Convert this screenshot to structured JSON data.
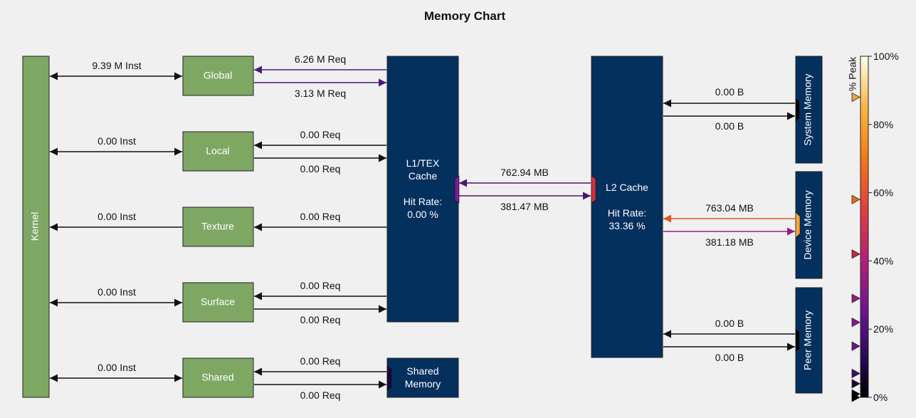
{
  "title": "Memory Chart",
  "units": {
    "kernel": "Kernel",
    "global": "Global",
    "local": "Local",
    "texture": "Texture",
    "surface": "Surface",
    "shared": "Shared",
    "l1_line1": "L1/TEX",
    "l1_line2": "Cache",
    "l1_hit_label": "Hit Rate:",
    "l1_hit_value": "0.00 %",
    "shared_mem_line1": "Shared",
    "shared_mem_line2": "Memory",
    "l2_name": "L2 Cache",
    "l2_hit_label": "Hit Rate:",
    "l2_hit_value": "33.36 %",
    "system_memory": "System Memory",
    "device_memory": "Device Memory",
    "peer_memory": "Peer Memory"
  },
  "links": {
    "kernel_global": "9.39 M Inst",
    "kernel_local": "0.00 Inst",
    "kernel_texture": "0.00 Inst",
    "kernel_surface": "0.00 Inst",
    "kernel_shared": "0.00 Inst",
    "global_from_l1": "6.26 M Req",
    "global_to_l1": "3.13 M Req",
    "local_from_l1": "0.00 Req",
    "local_to_l1": "0.00 Req",
    "texture_from_l1": "0.00 Req",
    "surface_from_l1": "0.00 Req",
    "surface_to_l1": "0.00 Req",
    "shared_from_sm": "0.00 Req",
    "shared_to_sm": "0.00 Req",
    "l1_from_l2": "762.94 MB",
    "l1_to_l2": "381.47 MB",
    "l2_from_sys": "0.00 B",
    "l2_to_sys": "0.00 B",
    "l2_from_dev": "763.04 MB",
    "l2_to_dev": "381.18 MB",
    "l2_from_peer": "0.00 B",
    "l2_to_peer": "0.00 B"
  },
  "legend": {
    "title": "% Peak",
    "ticks": [
      "100%",
      "80%",
      "60%",
      "40%",
      "20%",
      "0%"
    ],
    "markers": [
      {
        "percent": 88,
        "color": "#f5a63a"
      },
      {
        "percent": 58,
        "color": "#f06a14"
      },
      {
        "percent": 42,
        "color": "#c6283e"
      },
      {
        "percent": 29,
        "color": "#9c1880"
      },
      {
        "percent": 22,
        "color": "#84168e"
      },
      {
        "percent": 15,
        "color": "#681690"
      },
      {
        "percent": 7,
        "color": "#3c1072"
      },
      {
        "percent": 4,
        "color": "#1c0838"
      },
      {
        "percent": 1,
        "color": "#060010"
      },
      {
        "percent": 0,
        "color": "#000000"
      }
    ]
  },
  "colors": {
    "black_link": "#111111",
    "global_link": "#4a1a7a",
    "l1_l2_link": "#4a1475",
    "l2_dev_read": "#e6541c",
    "l2_dev_write": "#a0188a",
    "l1_port": "#7a1a9a",
    "l2_port": "#d03040",
    "dev_port": "#f5a63a"
  }
}
